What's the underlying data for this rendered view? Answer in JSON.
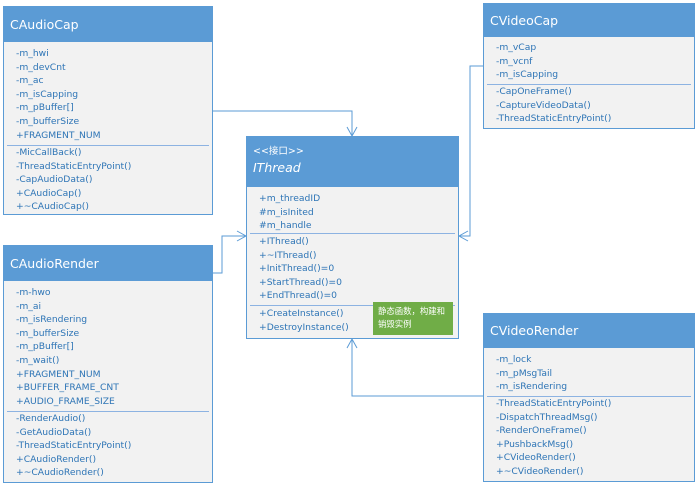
{
  "classes": {
    "caudiocap": {
      "name": "CAudioCap",
      "attributes": [
        "-m_hwi",
        "-m_devCnt",
        "-m_ac",
        "-m_isCapping",
        "-m_pBuffer[]",
        "-m_bufferSize",
        "+FRAGMENT_NUM"
      ],
      "methods": [
        "-MicCallBack()",
        "-ThreadStaticEntryPoint()",
        "-CapAudioData()",
        "+CAudioCap()",
        "+~CAudioCap()"
      ]
    },
    "caudiorender": {
      "name": "CAudioRender",
      "attributes": [
        "-m-hwo",
        "-m_ai",
        "-m_isRendering",
        "-m_bufferSize",
        "-m_pBuffer[]",
        "-m_wait()",
        "+FRAGMENT_NUM",
        "+BUFFER_FRAME_CNT",
        "+AUDIO_FRAME_SIZE"
      ],
      "methods": [
        "-RenderAudio()",
        "-GetAudioData()",
        "-ThreadStaticEntryPoint()",
        "+CAudioRender()",
        "+~CAudioRender()"
      ]
    },
    "ithread": {
      "stereotype": "<<接口>>",
      "name": "IThread",
      "attributes": [
        "+m_threadID",
        "#m_isInited",
        "#m_handle"
      ],
      "methods": [
        "+IThread()",
        "+~IThread()",
        "+InitThread()=0",
        "+StartThread()=0",
        "+EndThread()=0"
      ],
      "statics": [
        "+CreateInstance()",
        "+DestroyInstance()"
      ]
    },
    "cvideocap": {
      "name": "CVideoCap",
      "attributes": [
        "-m_vCap",
        "-m_vcnf",
        "-m_isCapping"
      ],
      "methods": [
        "-CapOneFrame()",
        "-CaptureVideoData()",
        "-ThreadStaticEntryPoint()"
      ]
    },
    "cvideorender": {
      "name": "CVideoRender",
      "attributes": [
        "-m_lock",
        "-m_pMsgTail",
        "-m_isRendering"
      ],
      "methods": [
        "-ThreadStaticEntryPoint()",
        "-DispatchThreadMsg()",
        "-RenderOneFrame()",
        "+PushbackMsg()",
        "+CVideoRender()",
        "+~CVideoRender()"
      ]
    }
  },
  "note": {
    "text": "静态函数，构建和销毁实例"
  },
  "colors": {
    "header": "#5b9bd5",
    "border": "#5b9bd5",
    "body": "#f2f2f2",
    "text": "#2e75b6",
    "connector": "#5b9bd5",
    "note": "#70ad47"
  }
}
